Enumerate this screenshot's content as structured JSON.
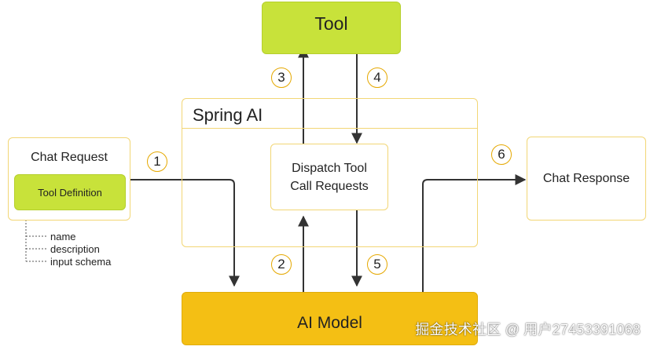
{
  "colors": {
    "tool_fill": "#c8e23a",
    "tool_border": "#b5cf2c",
    "model_fill": "#f4bf14",
    "model_border": "#e0ac0c",
    "outline": "#f2d675",
    "arrow": "#333333",
    "step_circle": "#e5a800"
  },
  "nodes": {
    "tool": "Tool",
    "spring_ai": "Spring AI",
    "chat_request": "Chat Request",
    "tool_definition": "Tool Definition",
    "dispatch_line1": "Dispatch Tool",
    "dispatch_line2": "Call Requests",
    "chat_response": "Chat Response",
    "ai_model": "AI Model"
  },
  "tool_definition_fields": [
    "name",
    "description",
    "input schema"
  ],
  "steps": [
    "1",
    "2",
    "3",
    "4",
    "5",
    "6"
  ],
  "watermark": "掘金技术社区 @ 用户2745339106​8"
}
